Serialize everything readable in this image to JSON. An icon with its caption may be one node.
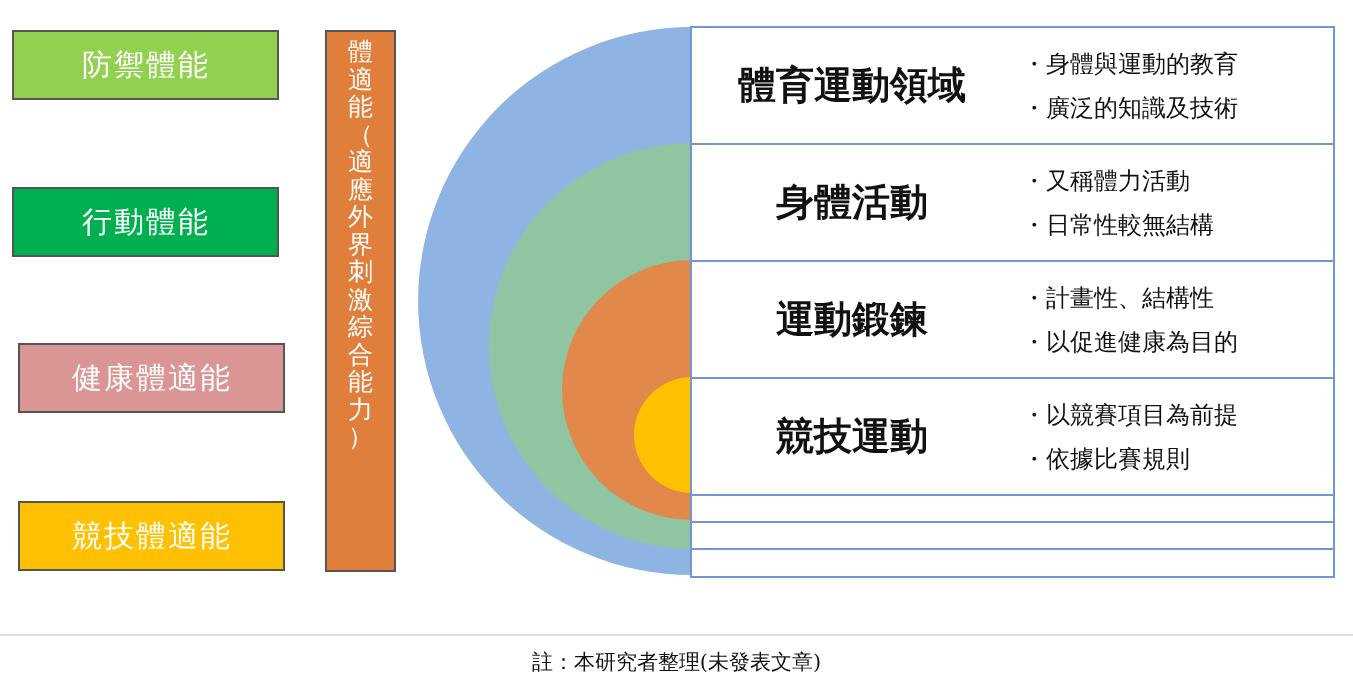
{
  "diagram": {
    "caption": "註：本研究者整理(未發表文章)",
    "nodes": [
      {
        "text": [
          "防禦體能"
        ]
      },
      {
        "text": [
          "行動體能"
        ]
      },
      {
        "text": [
          "健康體適能"
        ]
      },
      {
        "text": [
          "競技體適能"
        ]
      },
      {
        "text": [
          "體適能（適應外界刺激綜合能力）"
        ]
      },
      {
        "text": [
          "體育運動領域",
          "・身體與運動的教育",
          "・廣泛的知識及技術"
        ]
      },
      {
        "text": [
          "身體活動",
          "・又稱體力活動",
          "・日常性較無結構"
        ]
      },
      {
        "text": [
          "運動鍛鍊",
          "・計畫性、結構性",
          "・以促進健康為目的"
        ]
      },
      {
        "text": [
          "競技運動",
          "・以競賽項目為前提",
          "・依據比賽規則"
        ]
      },
      {
        "text": [],
        "shape": "box"
      },
      {
        "text": [],
        "shape": "box"
      },
      {
        "text": [],
        "shape": "box"
      }
    ],
    "edges": []
  }
}
